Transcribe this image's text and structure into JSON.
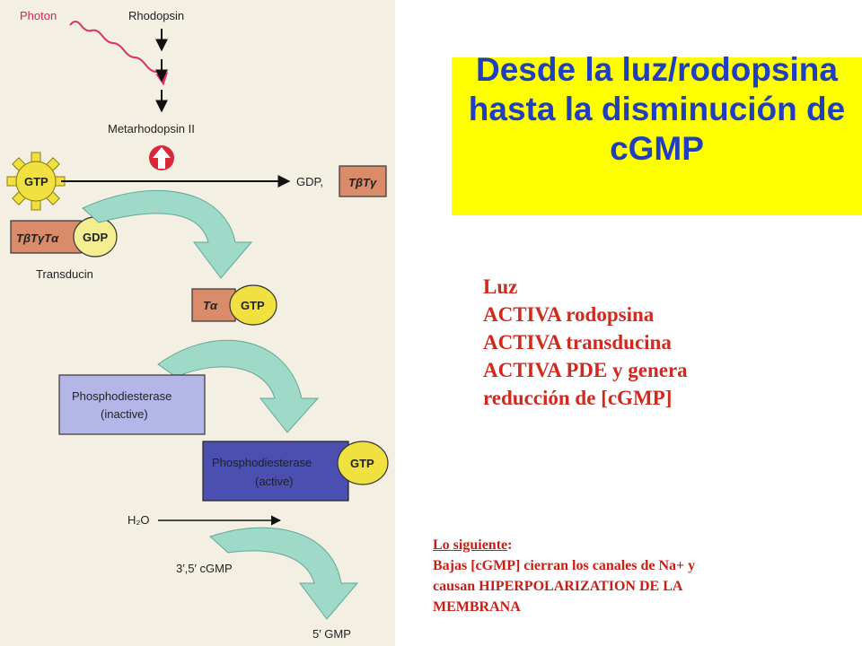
{
  "title": "Desde la luz/rodopsina hasta la disminución de cGMP",
  "diagram": {
    "photon": "Photon",
    "rhodopsin": "Rhodopsin",
    "metarhodopsin": "Metarhodopsin II",
    "gtp_input": "GTP",
    "gdp_output": "GDP,",
    "beta_gamma_top": "TβTγ",
    "transducin_complex": "TβTγTα",
    "gdp_bound": "GDP",
    "transducin_label": "Transducin",
    "t_alpha": "Tα",
    "gtp_alpha": "GTP",
    "pde_inactive_line1": "Phosphodiesterase",
    "pde_inactive_line2": "(inactive)",
    "pde_active_line1": "Phosphodiesterase",
    "pde_active_line2": "(active)",
    "gtp_pde": "GTP",
    "water": "H₂O",
    "cgmp": "3′,5′ cGMP",
    "gmp": "5′ GMP"
  },
  "steps": [
    "Luz",
    "ACTIVA rodopsina",
    "ACTIVA transducina",
    "ACTIVA PDE y genera",
    "reducción de  [cGMP]"
  ],
  "note": {
    "heading": "Lo siguiente",
    "line1": "Bajas [cGMP] cierran los canales de Na+ y",
    "line2": "causan HIPERPOLARIZATION DE LA",
    "line3": "MEMBRANA"
  },
  "colors": {
    "title_bg": "#ffff00",
    "title_text": "#1f3fbf",
    "body_text": "#d2281e",
    "gtp_yellow": "#f0e040",
    "transducin_box": "#d98b6a",
    "pde_inactive": "#b3b6e6",
    "pde_active": "#4a4fb0",
    "flow_arrow": "#9fd9c8"
  }
}
